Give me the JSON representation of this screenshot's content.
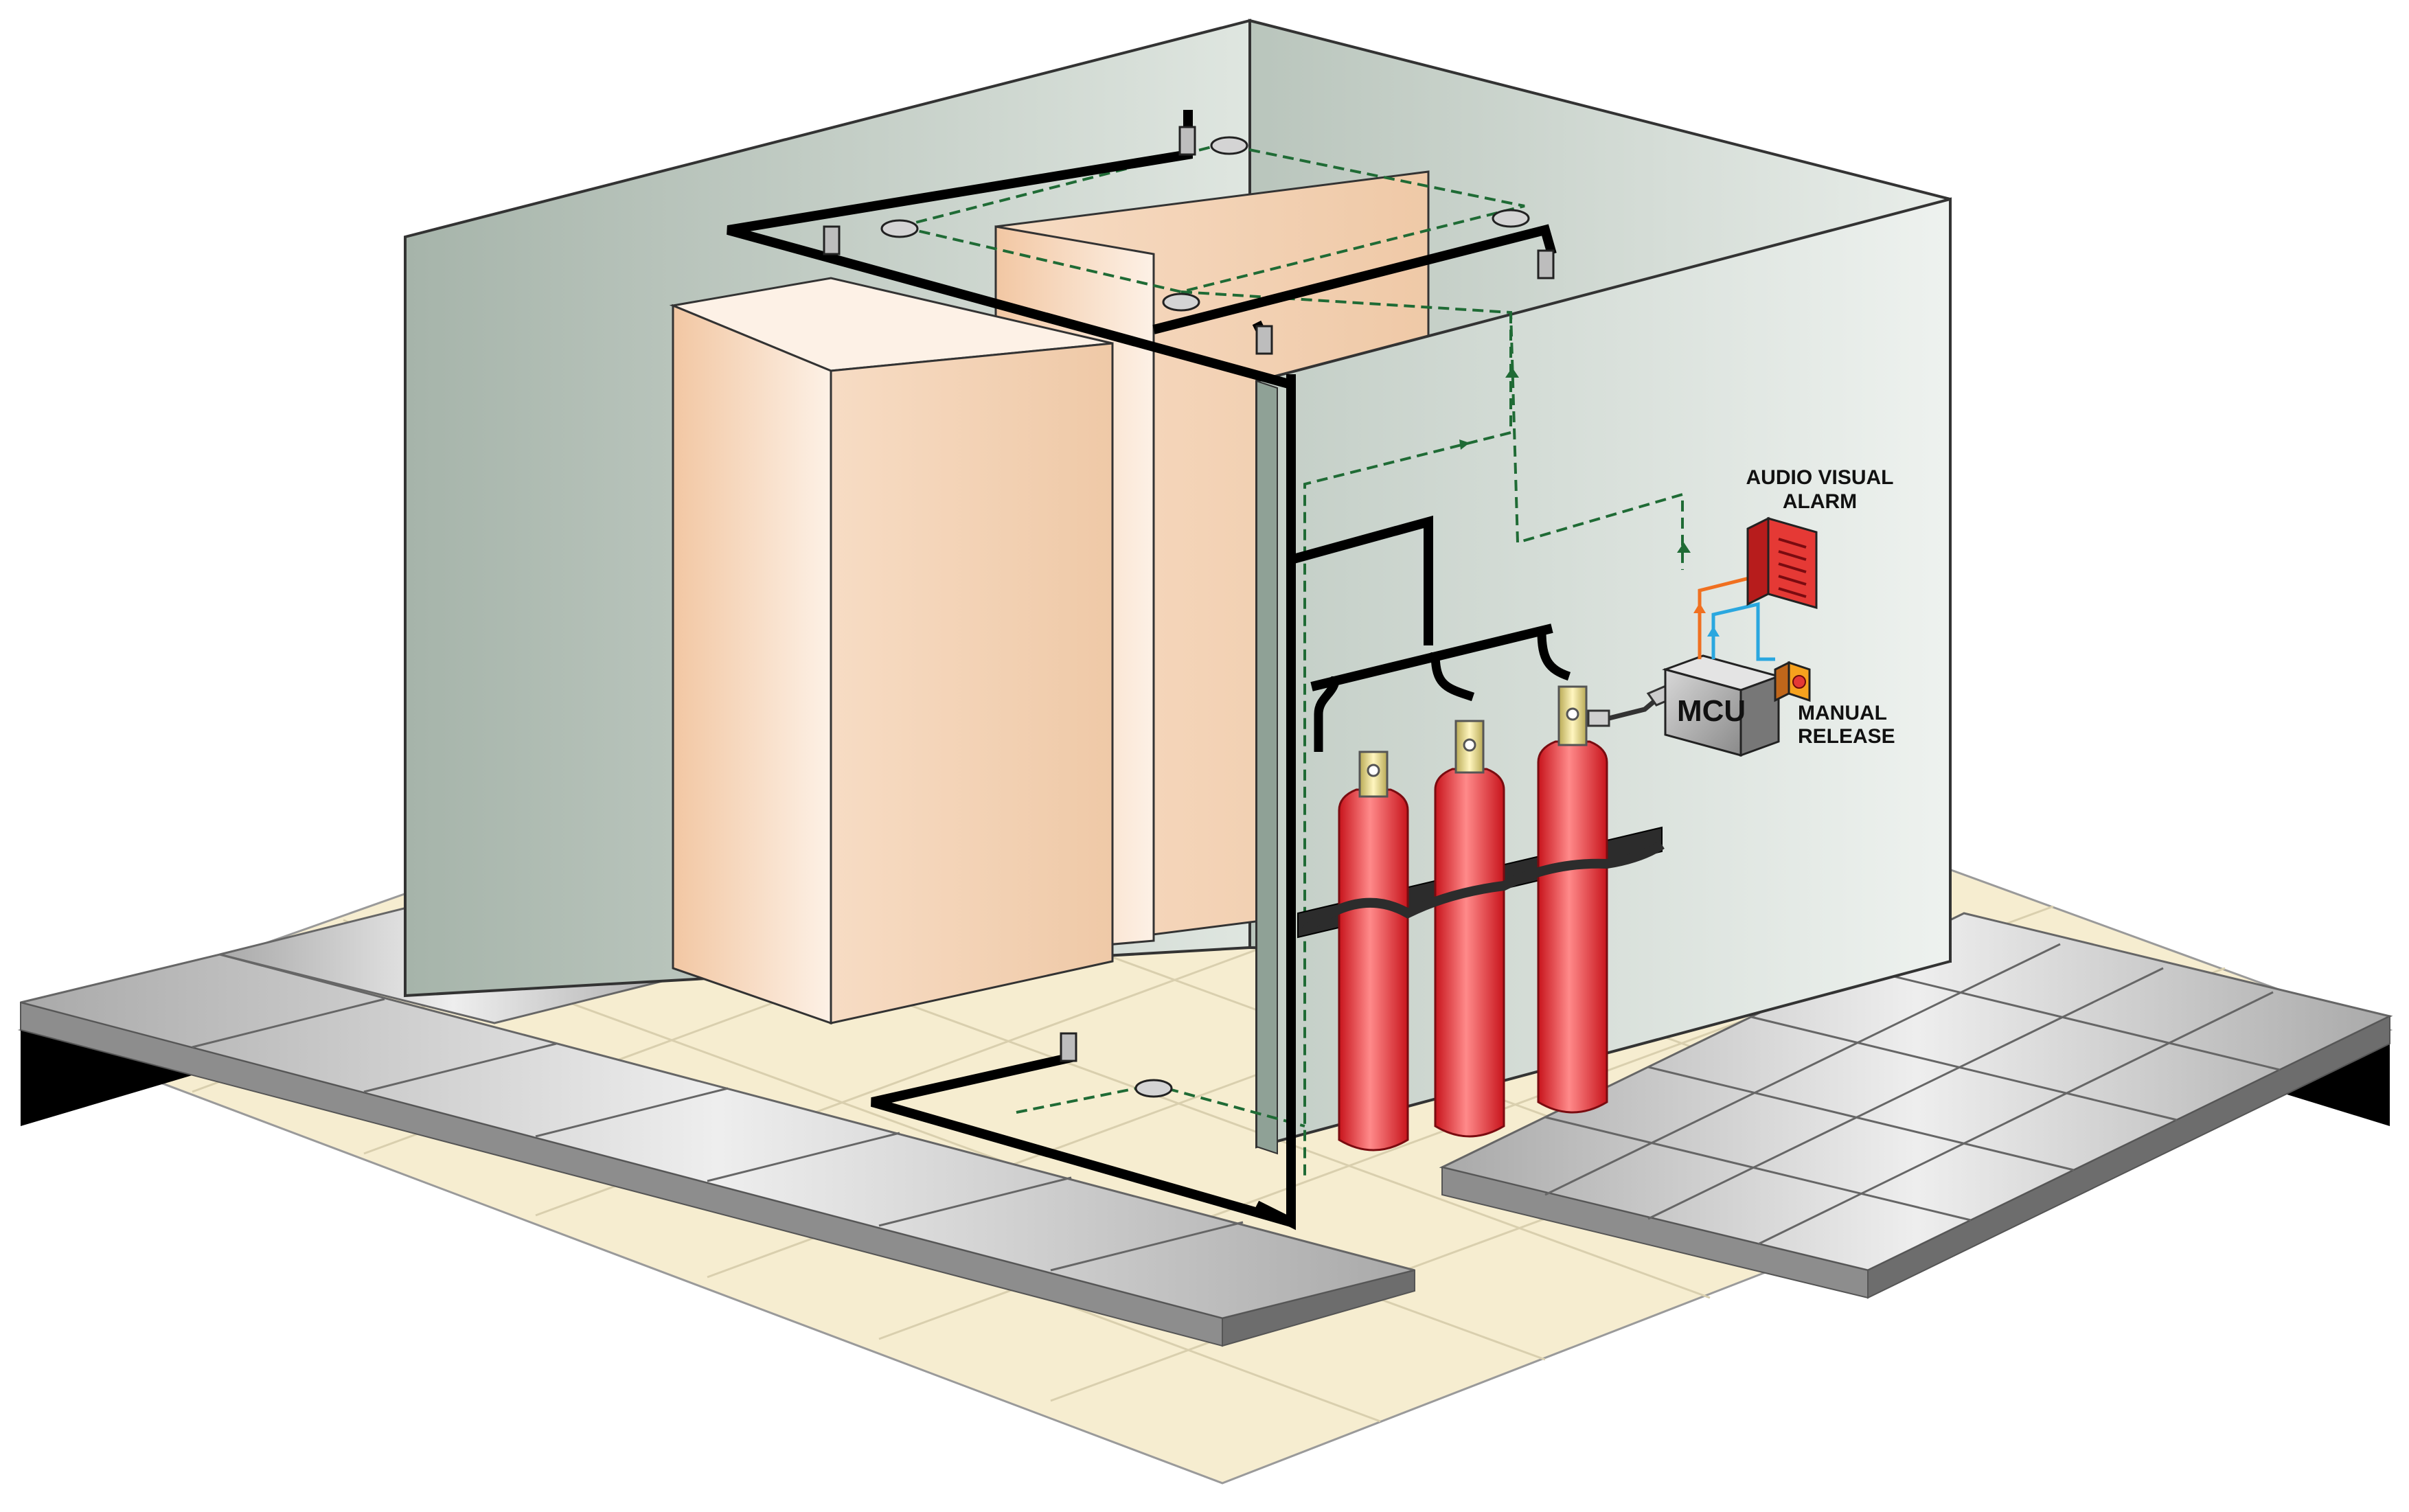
{
  "labels": {
    "alarm_line1": "AUDIO VISUAL",
    "alarm_line2": "ALARM",
    "mcu": "MCU",
    "release_line1": "MANUAL",
    "release_line2": "RELEASE"
  },
  "colors": {
    "background": "#ffffff",
    "wall": "#cdd6cf",
    "wall_dark": "#a9b6ad",
    "subfloor": "#f6edd0",
    "tile": "#c9c9c9",
    "cabinet": "#f7dcc2",
    "pipe": "#000000",
    "detection_wire": "#1f6b35",
    "cylinder": "#e8282f",
    "valve": "#e3d68a",
    "alarm_wire": "#f07020",
    "release_wire": "#2aa7df"
  }
}
